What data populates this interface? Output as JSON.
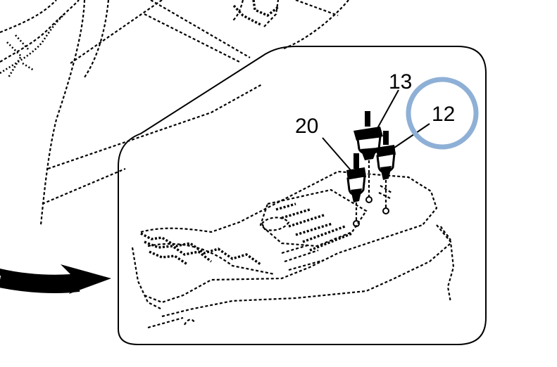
{
  "callouts": {
    "label_13": "13",
    "label_12": "12",
    "label_20": "20"
  },
  "colors": {
    "highlight_ring": "#8fb0d6",
    "line": "#000000",
    "background": "#ffffff"
  }
}
